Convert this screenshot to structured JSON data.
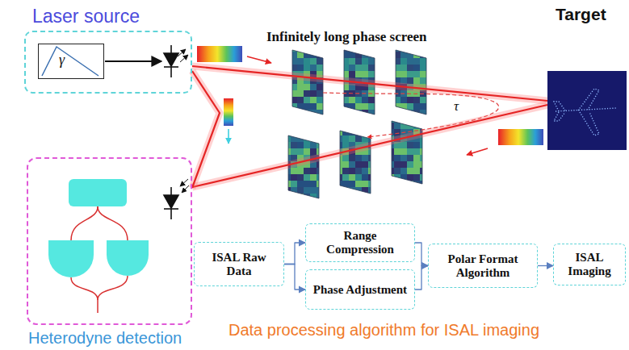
{
  "diagram": {
    "nodes": [
      {
        "text": [
          "Laser source"
        ]
      },
      {
        "text": [
          "γ"
        ],
        "in": 0
      },
      {
        "text": [
          "Target"
        ]
      },
      {
        "text": [
          "Heterodyne detection"
        ]
      },
      {
        "text": [
          "ISAL Raw Data"
        ]
      },
      {
        "text": [
          "Range Compression"
        ]
      },
      {
        "text": [
          "Phase Adjustment"
        ]
      },
      {
        "text": [
          "Polar Format Algorithm"
        ]
      },
      {
        "text": [
          "ISAL Imaging"
        ]
      }
    ],
    "edges": [
      {
        "from": 0,
        "to": 2,
        "arrow": "none"
      },
      {
        "from": 2,
        "to": 3,
        "arrow": "none"
      },
      {
        "from": 0,
        "to": 3,
        "arrow": "none"
      },
      {
        "from": 4,
        "to": 5,
        "arrow": "to"
      },
      {
        "from": 4,
        "to": 6,
        "arrow": "to"
      },
      {
        "from": 5,
        "to": 7,
        "arrow": "to"
      },
      {
        "from": 6,
        "to": 7,
        "arrow": "to"
      },
      {
        "from": 7,
        "to": 8,
        "arrow": "to"
      }
    ],
    "labels": [
      "Infinitely long phase screen",
      "τ",
      "Data processing algorithm for ISAL imaging"
    ]
  }
}
